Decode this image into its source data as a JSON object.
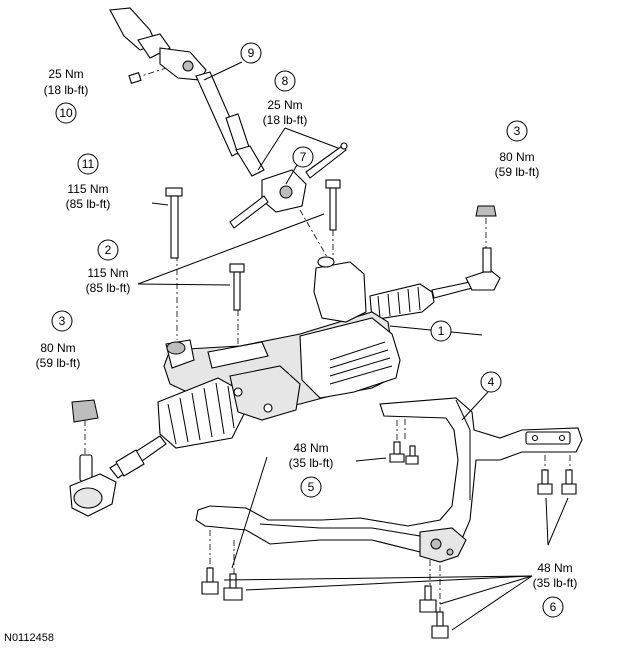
{
  "figure_id": "N0112458",
  "callouts": [
    {
      "num": "1"
    },
    {
      "num": "2",
      "torque_nm": "115 Nm",
      "torque_lbft": "(85 lb-ft)"
    },
    {
      "num": "3",
      "torque_nm": "80 Nm",
      "torque_lbft": "(59 lb-ft)"
    },
    {
      "num": "3",
      "torque_nm": "80 Nm",
      "torque_lbft": "(59 lb-ft)"
    },
    {
      "num": "4"
    },
    {
      "num": "5",
      "torque_nm": "48 Nm",
      "torque_lbft": "(35 lb-ft)"
    },
    {
      "num": "6",
      "torque_nm": "48 Nm",
      "torque_lbft": "(35 lb-ft)"
    },
    {
      "num": "7"
    },
    {
      "num": "8",
      "torque_nm": "25 Nm",
      "torque_lbft": "(18 lb-ft)"
    },
    {
      "num": "9"
    },
    {
      "num": "10",
      "torque_nm": "25 Nm",
      "torque_lbft": "(18 lb-ft)"
    },
    {
      "num": "11",
      "torque_nm": "115 Nm",
      "torque_lbft": "(85 lb-ft)"
    }
  ]
}
